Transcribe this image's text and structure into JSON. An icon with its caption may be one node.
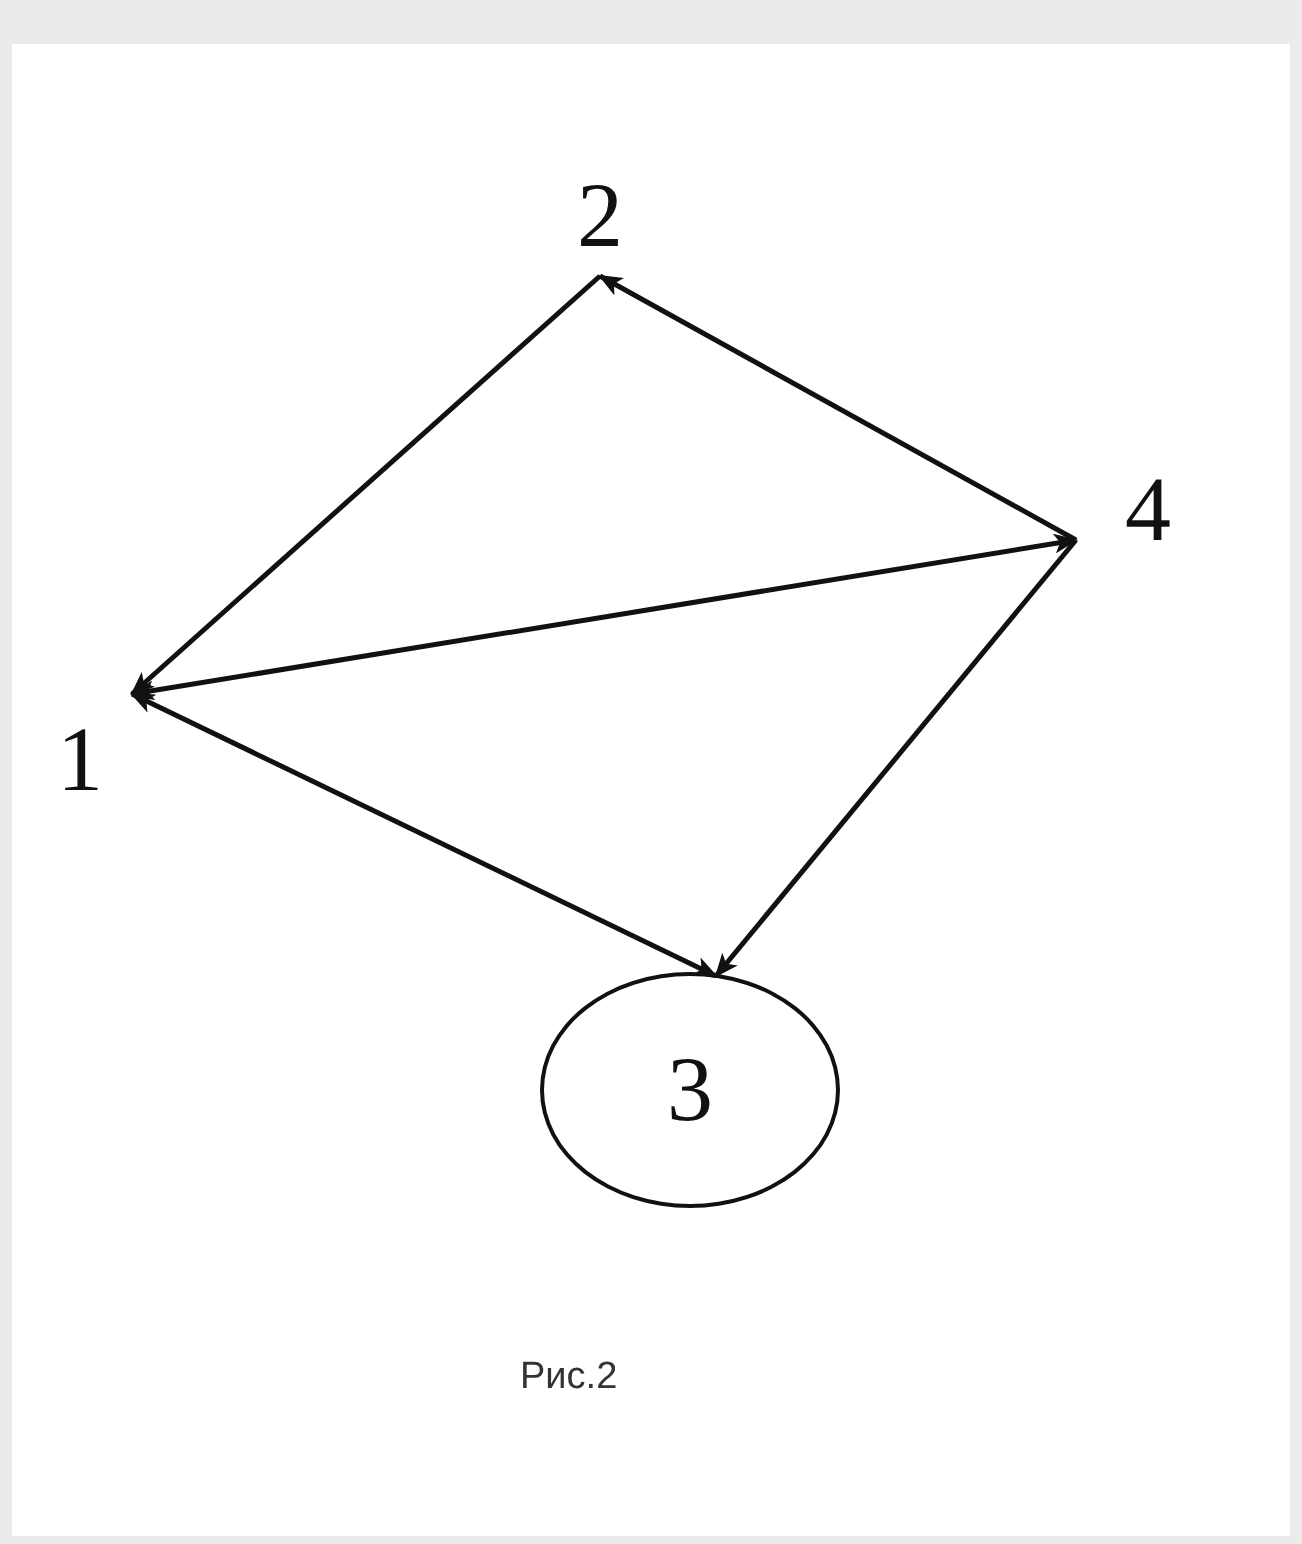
{
  "diagram": {
    "caption": "Рис.2",
    "nodes": [
      {
        "text": [
          "2"
        ]
      },
      {
        "text": [
          "4"
        ]
      },
      {
        "text": [
          "1"
        ]
      },
      {
        "text": [
          "3"
        ]
      }
    ],
    "edges": [
      {
        "from": 0,
        "to": 2,
        "arrow": "to"
      },
      {
        "from": 1,
        "to": 0,
        "arrow": "to"
      },
      {
        "from": 2,
        "to": 1,
        "arrow": "both"
      },
      {
        "from": 2,
        "to": 3,
        "arrow": "both"
      },
      {
        "from": 1,
        "to": 3,
        "arrow": "to"
      }
    ]
  }
}
